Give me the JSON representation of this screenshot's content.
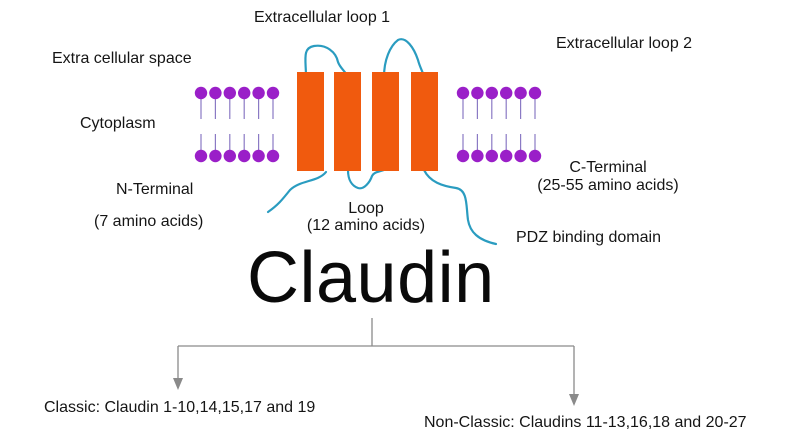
{
  "labels": {
    "extracellular_loop_1": "Extracellular loop 1",
    "extracellular_loop_2": "Extracellular loop 2",
    "extra_cellular_space": "Extra cellular space",
    "cytoplasm": "Cytoplasm",
    "n_terminal": "N-Terminal",
    "n_terminal_detail": "(7 amino acids)",
    "loop": "Loop",
    "loop_detail": "(12 amino acids)",
    "c_terminal": "C-Terminal",
    "c_terminal_detail": "(25-55 amino acids)",
    "pdz_binding_domain": "PDZ binding domain"
  },
  "title": "Claudin",
  "classification": {
    "classic": "Classic: Claudin 1-10,14,15,17 and 19",
    "non_classic": "Non-Classic: Claudins 11-13,16,18 and 20-27"
  },
  "colors": {
    "helix": "#f05a0e",
    "lipid_head": "#9a1fc8",
    "lipid_tail": "#8a7ac4",
    "chain": "#2a9cc0",
    "arrow": "#8a8a8a"
  }
}
